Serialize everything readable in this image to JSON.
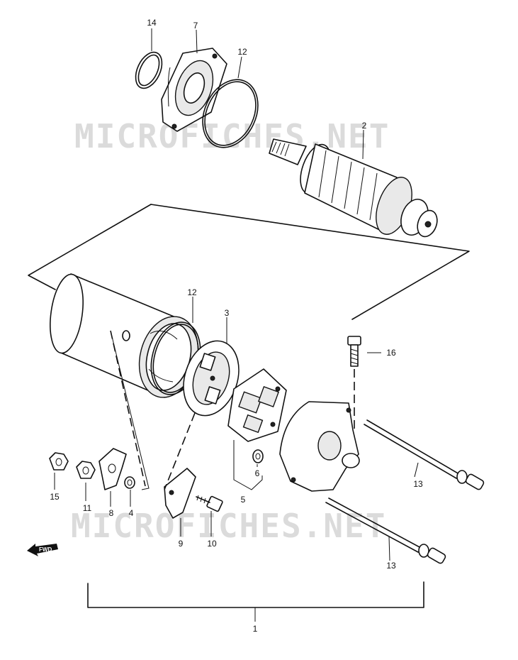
{
  "watermark": "MICROFICHES.NET",
  "fwd_label": "FWD",
  "callouts": {
    "p14": "14",
    "p7": "7",
    "p12a": "12",
    "p2": "2",
    "p12b": "12",
    "p3": "3",
    "p16": "16",
    "p15": "15",
    "p11": "11",
    "p8": "8",
    "p4": "4",
    "p9": "9",
    "p10": "10",
    "p5": "5",
    "p6": "6",
    "p13a": "13",
    "p13b": "13",
    "p1": "1"
  },
  "icons": {
    "fwd_arrow": "fwd-arrow-icon"
  }
}
